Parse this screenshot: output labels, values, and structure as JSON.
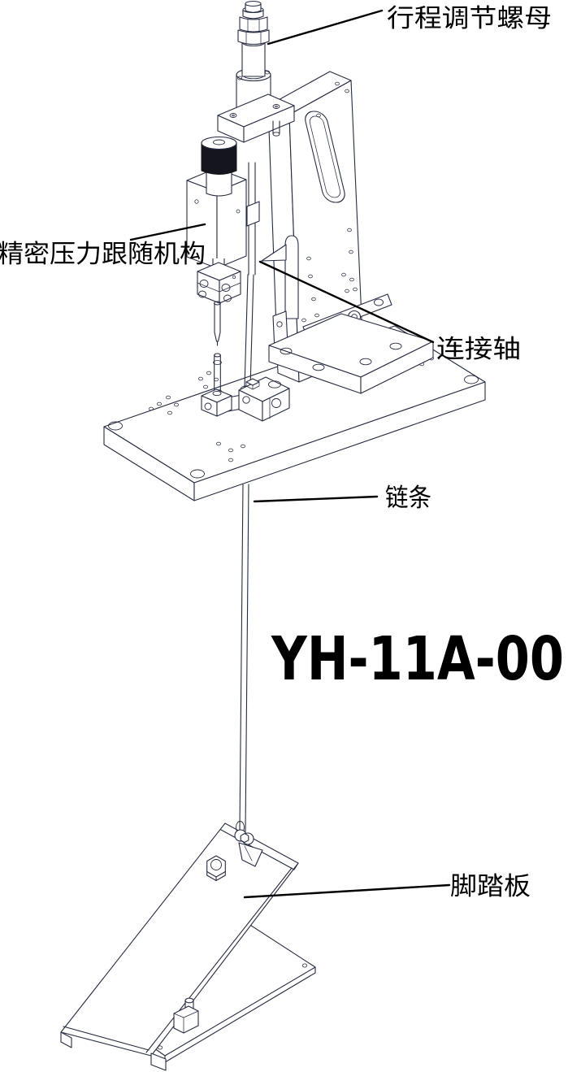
{
  "drawing": {
    "model_number": "YH-11A-00",
    "labels": {
      "stroke_adjust_nut": "行程调节螺母",
      "pressure_follower": "精密压力跟随机构",
      "connecting_shaft": "连接轴",
      "chain": "链条",
      "foot_pedal": "脚踏板"
    },
    "colors": {
      "line": "#262c40",
      "leader": "#000000",
      "text": "#000000",
      "knob": "#14151d",
      "background": "#ffffff"
    }
  }
}
